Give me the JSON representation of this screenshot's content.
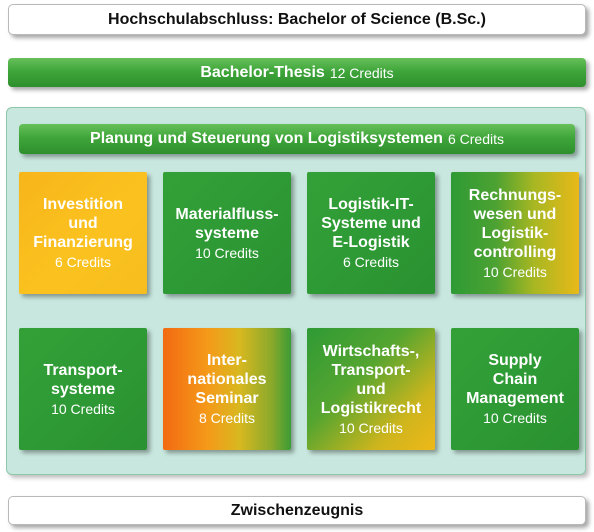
{
  "top_bar": {
    "title": "Hochschulabschluss: Bachelor of Science (B.Sc.)"
  },
  "thesis_bar": {
    "title": "Bachelor-Thesis",
    "credits": "12 Credits"
  },
  "panel": {
    "header": {
      "title": "Planung und Steuerung von Logistiksystemen",
      "credits": "6 Credits"
    },
    "modules": [
      {
        "title": "Investition\nund\nFinanzierung",
        "credits": "6 Credits"
      },
      {
        "title": "Materialfluss-\nsysteme",
        "credits": "10 Credits"
      },
      {
        "title": "Logistik-IT-\nSysteme und\nE-Logistik",
        "credits": "6 Credits"
      },
      {
        "title": "Rechnungs-\nwesen und\nLogistik-\ncontrolling",
        "credits": "10 Credits"
      },
      {
        "title": "Transport-\nsysteme",
        "credits": "10 Credits"
      },
      {
        "title": "Inter-\nnationales\nSeminar",
        "credits": "8 Credits"
      },
      {
        "title": "Wirtschafts-,\nTransport-\nund\nLogistikrecht",
        "credits": "10 Credits"
      },
      {
        "title": "Supply\nChain\nManagement",
        "credits": "10 Credits"
      }
    ]
  },
  "bottom_bar": {
    "title": "Zwischenzeugnis"
  },
  "colors": {
    "green": "#2e9a35",
    "yellow": "#f7b51a",
    "orange": "#f26a12",
    "panel_background": "#c8e7de"
  }
}
